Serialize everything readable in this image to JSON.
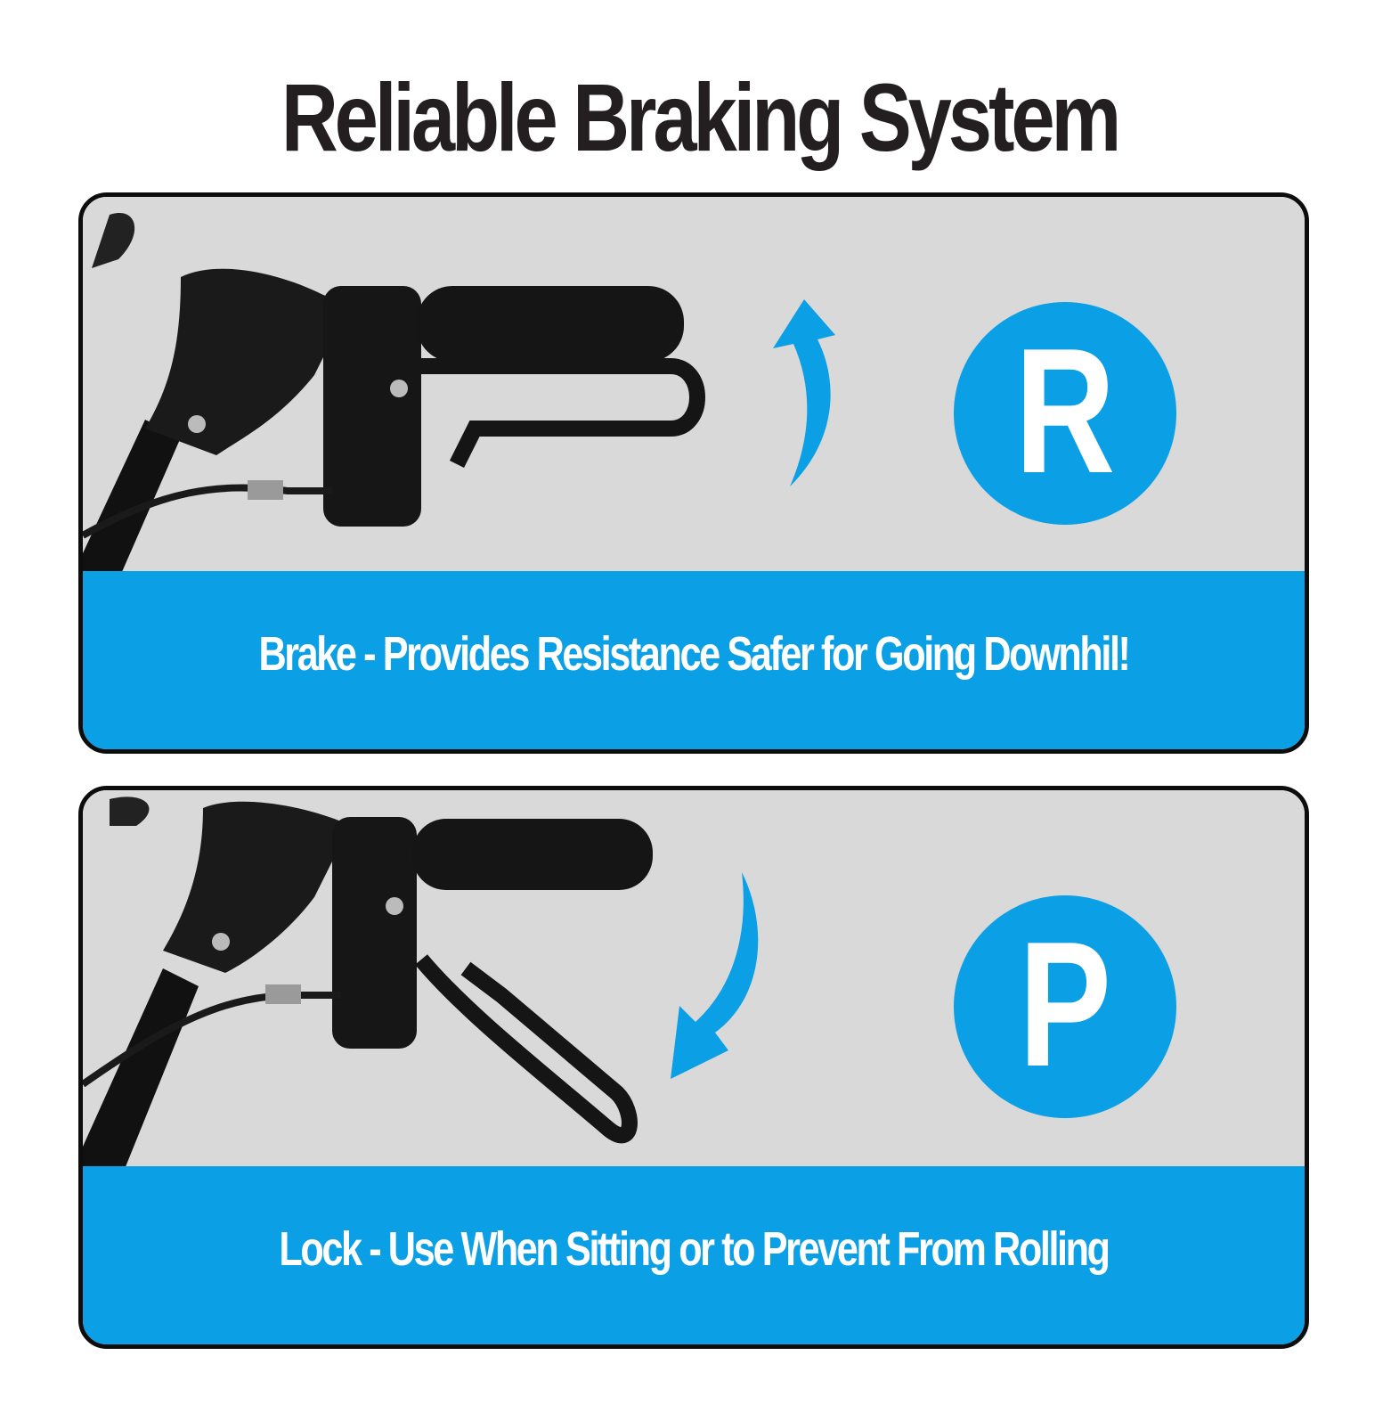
{
  "title": "Reliable Braking System",
  "colors": {
    "accent": "#0b9fe6",
    "panel_bg": "#dcdcdc",
    "border": "#0d0d0d",
    "title": "#231f20"
  },
  "panels": [
    {
      "badge": "R",
      "caption": "Brake - Provides Resistance Safer for Going Downhil!",
      "arrow_direction": "up"
    },
    {
      "badge": "P",
      "caption": "Lock - Use When Sitting or to Prevent From Rolling",
      "arrow_direction": "down"
    }
  ]
}
